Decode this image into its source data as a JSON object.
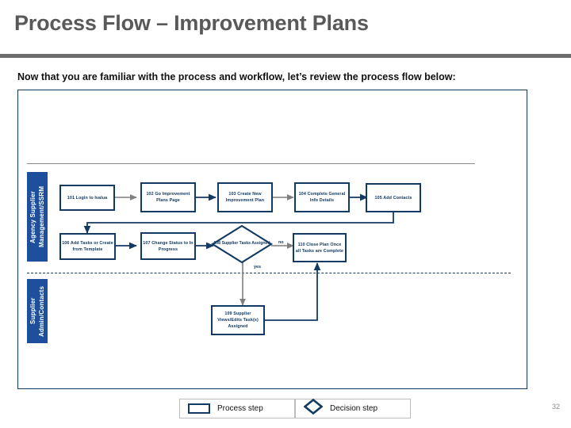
{
  "slide": {
    "title": "Process Flow – Improvement Plans",
    "intro": "Now that you are familiar with the process and workflow, let’s review the process flow below:",
    "page_number": "32",
    "colors": {
      "title_gray": "#595959",
      "rule_gray": "#6e6e6e",
      "node_navy": "#123a63",
      "lane_blue": "#1d4f9c",
      "connector_gray": "#7f7f7f"
    }
  },
  "diagram": {
    "lanes": [
      {
        "id": "lane-top",
        "label": "Agency Supplier Management/SSRM"
      },
      {
        "id": "lane-bottom",
        "label": "Supplier Admin/Contacts"
      }
    ],
    "nodes": [
      {
        "id": "n101",
        "type": "process",
        "label": "101 Login to Ivalua"
      },
      {
        "id": "n102",
        "type": "process",
        "label": "102 Go Improvement Plans Page"
      },
      {
        "id": "n103",
        "type": "process",
        "label": "103 Create New Improvement Plan"
      },
      {
        "id": "n104",
        "type": "process",
        "label": "104 Complete General Info Details"
      },
      {
        "id": "n105",
        "type": "process",
        "label": "105 Add Contacts"
      },
      {
        "id": "n106",
        "type": "process",
        "label": "106 Add Tasks or Create from Template"
      },
      {
        "id": "n107",
        "type": "process",
        "label": "107 Change Status to In Progress"
      },
      {
        "id": "n108",
        "type": "decision",
        "label": "108 Supplier Tasks Assigned"
      },
      {
        "id": "n109",
        "type": "process",
        "label": "109 Supplier Views/Edits Task(s) Assigned"
      },
      {
        "id": "n110",
        "type": "process",
        "label": "110 Close Plan Once all Tasks are Complete"
      }
    ],
    "edge_labels": {
      "no": "no",
      "yes": "yes"
    }
  },
  "legend": {
    "items": [
      {
        "shape": "rectangle",
        "label": "Process step"
      },
      {
        "shape": "diamond",
        "label": "Decision step"
      }
    ]
  }
}
